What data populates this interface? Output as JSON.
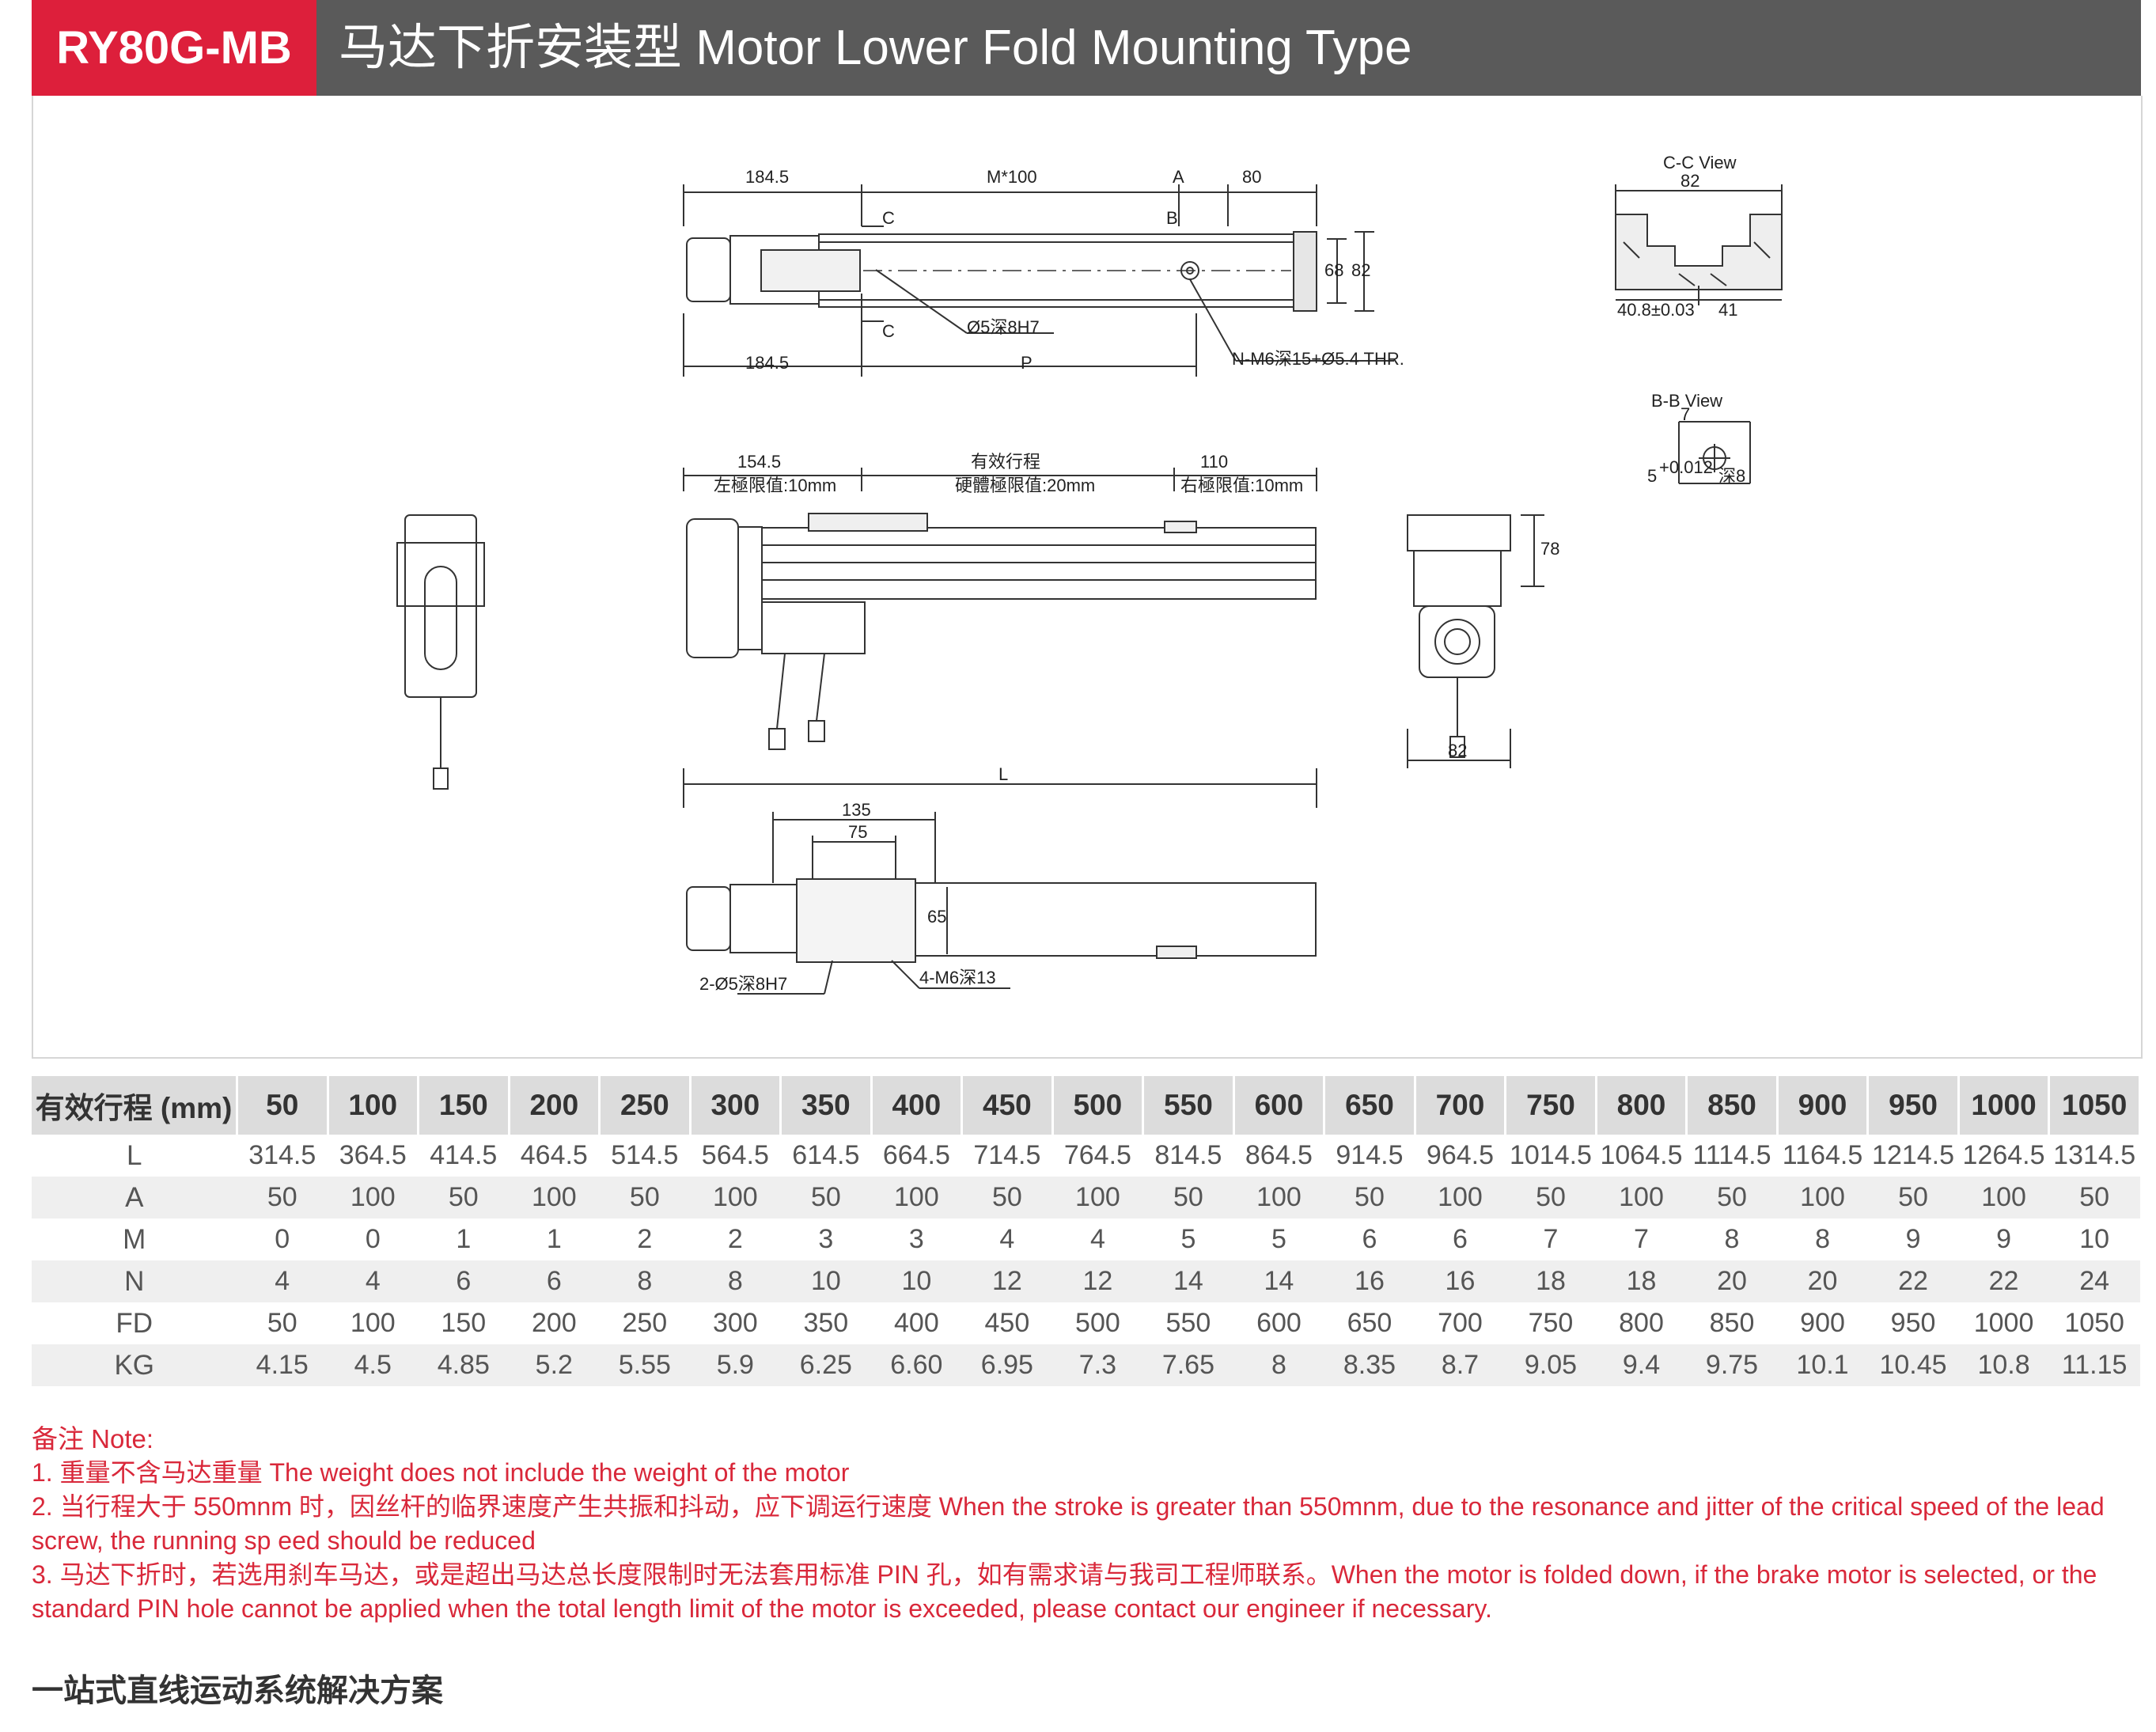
{
  "header": {
    "model": "RY80G-MB",
    "title": "马达下折安装型 Motor Lower Fold Mounting Type",
    "model_bg": "#dd1f3b",
    "bar_bg": "#5a5a5a"
  },
  "drawing": {
    "top_view": {
      "dim_184_5_top": "184.5",
      "dim_m100": "M*100",
      "dim_a": "A",
      "dim_80": "80",
      "label_c_top": "C",
      "label_b": "B",
      "dim_68": "68",
      "dim_82": "82",
      "label_c_bottom": "C",
      "hole_note": "Ø5深8H7",
      "dim_184_5_bottom": "184.5",
      "dim_p": "P",
      "thread_note": "N-M6深15+Ø5.4 THR."
    },
    "cc_view": {
      "title": "C-C View",
      "dim_82": "82",
      "dim_40_8": "40.8±0.03",
      "dim_41": "41"
    },
    "bb_view": {
      "title": "B-B View",
      "dim_7": "7",
      "dim_5": "5",
      "tol": "+0.012",
      "depth": "深8"
    },
    "side_view": {
      "dim_154_5": "154.5",
      "left_limit": "左極限值:10mm",
      "stroke": "有效行程",
      "hard_limit": "硬體極限值:20mm",
      "dim_110": "110",
      "right_limit": "右極限值:10mm"
    },
    "end_view": {
      "dim_78": "78",
      "dim_82": "82"
    },
    "bottom_view": {
      "dim_l": "L",
      "dim_135": "135",
      "dim_75": "75",
      "dim_65": "65",
      "pin_note": "2-Ø5深8H7",
      "thread_note": "4-M6深13"
    }
  },
  "table": {
    "header_label": "有效行程 (mm)",
    "strokes": [
      "50",
      "100",
      "150",
      "200",
      "250",
      "300",
      "350",
      "400",
      "450",
      "500",
      "550",
      "600",
      "650",
      "700",
      "750",
      "800",
      "850",
      "900",
      "950",
      "1000",
      "1050"
    ],
    "rows": [
      {
        "label": "L",
        "values": [
          "314.5",
          "364.5",
          "414.5",
          "464.5",
          "514.5",
          "564.5",
          "614.5",
          "664.5",
          "714.5",
          "764.5",
          "814.5",
          "864.5",
          "914.5",
          "964.5",
          "1014.5",
          "1064.5",
          "1114.5",
          "1164.5",
          "1214.5",
          "1264.5",
          "1314.5"
        ]
      },
      {
        "label": "A",
        "values": [
          "50",
          "100",
          "50",
          "100",
          "50",
          "100",
          "50",
          "100",
          "50",
          "100",
          "50",
          "100",
          "50",
          "100",
          "50",
          "100",
          "50",
          "100",
          "50",
          "100",
          "50"
        ]
      },
      {
        "label": "M",
        "values": [
          "0",
          "0",
          "1",
          "1",
          "2",
          "2",
          "3",
          "3",
          "4",
          "4",
          "5",
          "5",
          "6",
          "6",
          "7",
          "7",
          "8",
          "8",
          "9",
          "9",
          "10"
        ]
      },
      {
        "label": "N",
        "values": [
          "4",
          "4",
          "6",
          "6",
          "8",
          "8",
          "10",
          "10",
          "12",
          "12",
          "14",
          "14",
          "16",
          "16",
          "18",
          "18",
          "20",
          "20",
          "22",
          "22",
          "24"
        ]
      },
      {
        "label": "FD",
        "values": [
          "50",
          "100",
          "150",
          "200",
          "250",
          "300",
          "350",
          "400",
          "450",
          "500",
          "550",
          "600",
          "650",
          "700",
          "750",
          "800",
          "850",
          "900",
          "950",
          "1000",
          "1050"
        ]
      },
      {
        "label": "KG",
        "values": [
          "4.15",
          "4.5",
          "4.85",
          "5.2",
          "5.55",
          "5.9",
          "6.25",
          "6.60",
          "6.95",
          "7.3",
          "7.65",
          "8",
          "8.35",
          "8.7",
          "9.05",
          "9.4",
          "9.75",
          "10.1",
          "10.45",
          "10.8",
          "11.15"
        ]
      }
    ]
  },
  "notes": {
    "heading": "备注 Note:",
    "items": [
      "1. 重量不含马达重量 The weight does not include the weight of the motor",
      "2. 当行程大于 550mnm 时，因丝杆的临界速度产生共振和抖动，应下调运行速度 When the stroke is greater than 550mnm, due to the resonance and jitter of the critical speed of the lead screw, the running sp eed should be reduced",
      "3. 马达下折时，若选用刹车马达，或是超出马达总长度限制时无法套用标准 PIN 孔，如有需求请与我司工程师联系。When the motor is folded down, if the brake motor is selected, or the standard PIN hole cannot be applied when the total length limit of the motor is exceeded, please contact our engineer if necessary."
    ],
    "color": "#d9283a"
  },
  "footer": {
    "text": "一站式直线运动系统解决方案"
  }
}
